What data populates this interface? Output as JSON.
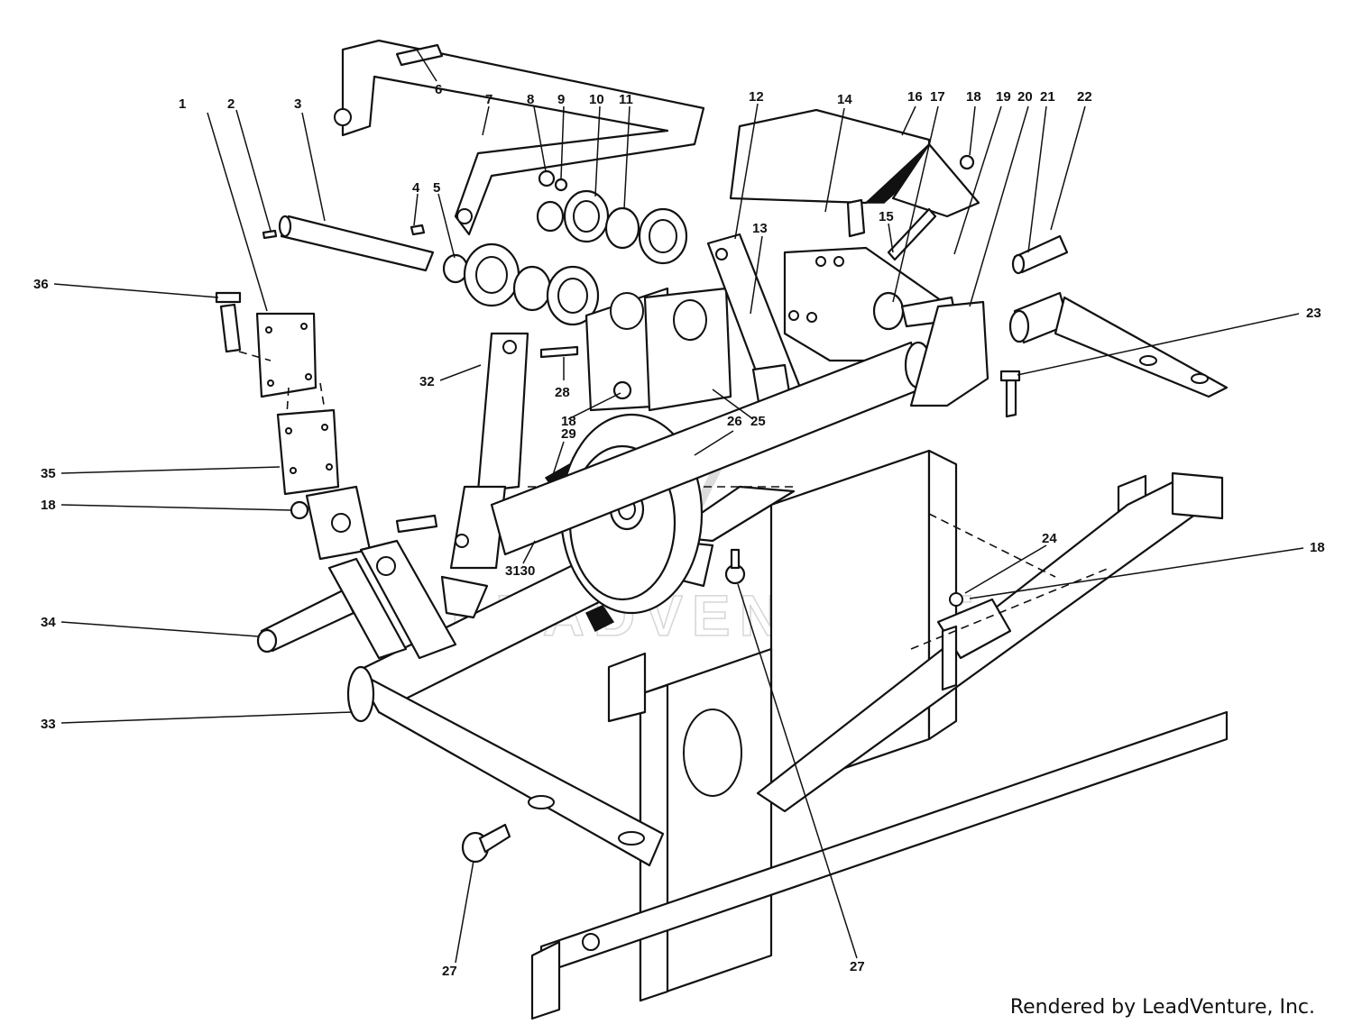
{
  "callouts": [
    {
      "id": "1",
      "text": "1"
    },
    {
      "id": "2",
      "text": "2"
    },
    {
      "id": "3",
      "text": "3"
    },
    {
      "id": "4",
      "text": "4"
    },
    {
      "id": "5",
      "text": "5"
    },
    {
      "id": "6",
      "text": "6"
    },
    {
      "id": "7",
      "text": "7"
    },
    {
      "id": "8",
      "text": "8"
    },
    {
      "id": "9",
      "text": "9"
    },
    {
      "id": "10",
      "text": "10"
    },
    {
      "id": "11",
      "text": "11"
    },
    {
      "id": "12",
      "text": "12"
    },
    {
      "id": "13",
      "text": "13"
    },
    {
      "id": "14",
      "text": "14"
    },
    {
      "id": "15",
      "text": "15"
    },
    {
      "id": "16",
      "text": "16"
    },
    {
      "id": "17",
      "text": "17"
    },
    {
      "id": "18a",
      "text": "18"
    },
    {
      "id": "19",
      "text": "19"
    },
    {
      "id": "20",
      "text": "20"
    },
    {
      "id": "21",
      "text": "21"
    },
    {
      "id": "22",
      "text": "22"
    },
    {
      "id": "23",
      "text": "23"
    },
    {
      "id": "24",
      "text": "24"
    },
    {
      "id": "18b",
      "text": "18"
    },
    {
      "id": "25",
      "text": "25"
    },
    {
      "id": "26",
      "text": "26"
    },
    {
      "id": "18c",
      "text": "18"
    },
    {
      "id": "28",
      "text": "28"
    },
    {
      "id": "29",
      "text": "29"
    },
    {
      "id": "32",
      "text": "32"
    },
    {
      "id": "3130",
      "text": "3130"
    },
    {
      "id": "36",
      "text": "36"
    },
    {
      "id": "35",
      "text": "35"
    },
    {
      "id": "18d",
      "text": "18"
    },
    {
      "id": "34",
      "text": "34"
    },
    {
      "id": "33",
      "text": "33"
    },
    {
      "id": "27a",
      "text": "27"
    },
    {
      "id": "27b",
      "text": "27"
    }
  ],
  "watermark": "LEADVENTURE",
  "credit": "Rendered by LeadVenture, Inc."
}
